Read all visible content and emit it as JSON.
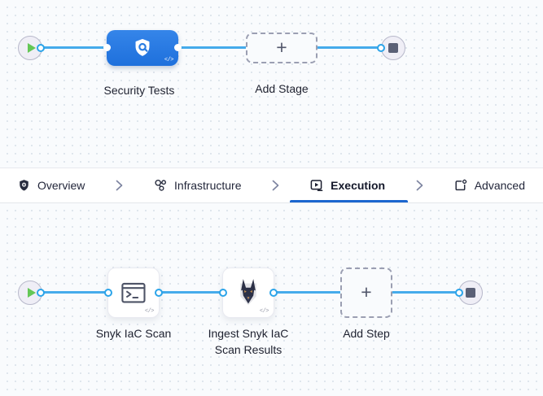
{
  "stage_pipeline": {
    "stage_label": "Security Tests",
    "add_stage_label": "Add Stage",
    "add_stage_plus": "+",
    "code_badge": "</>"
  },
  "tab_bar": {
    "tabs": [
      {
        "label": "Overview",
        "icon": "shield-gear-icon",
        "active": false
      },
      {
        "label": "Infrastructure",
        "icon": "cluster-nodes-icon",
        "active": false
      },
      {
        "label": "Execution",
        "icon": "play-box-icon",
        "active": true
      },
      {
        "label": "Advanced",
        "icon": "box-gear-icon",
        "active": false
      }
    ]
  },
  "execution_pipeline": {
    "steps": [
      {
        "label": "Snyk IaC Scan",
        "icon": "terminal-icon",
        "code_badge": "</>"
      },
      {
        "label": "Ingest Snyk IaC Scan Results",
        "icon": "snyk-logo-icon",
        "code_badge": "</>"
      }
    ],
    "add_step_label": "Add Step",
    "add_step_plus": "+"
  },
  "colors": {
    "stage_node_blue": "#2b7de2",
    "edge_blue": "#45abeb",
    "active_tab_underline": "#1b66cf",
    "play_green": "#64c756",
    "end_square_gray": "#5a6076",
    "canvas_background": "#f9fbfd",
    "tab_bar_background": "#ffffff"
  }
}
